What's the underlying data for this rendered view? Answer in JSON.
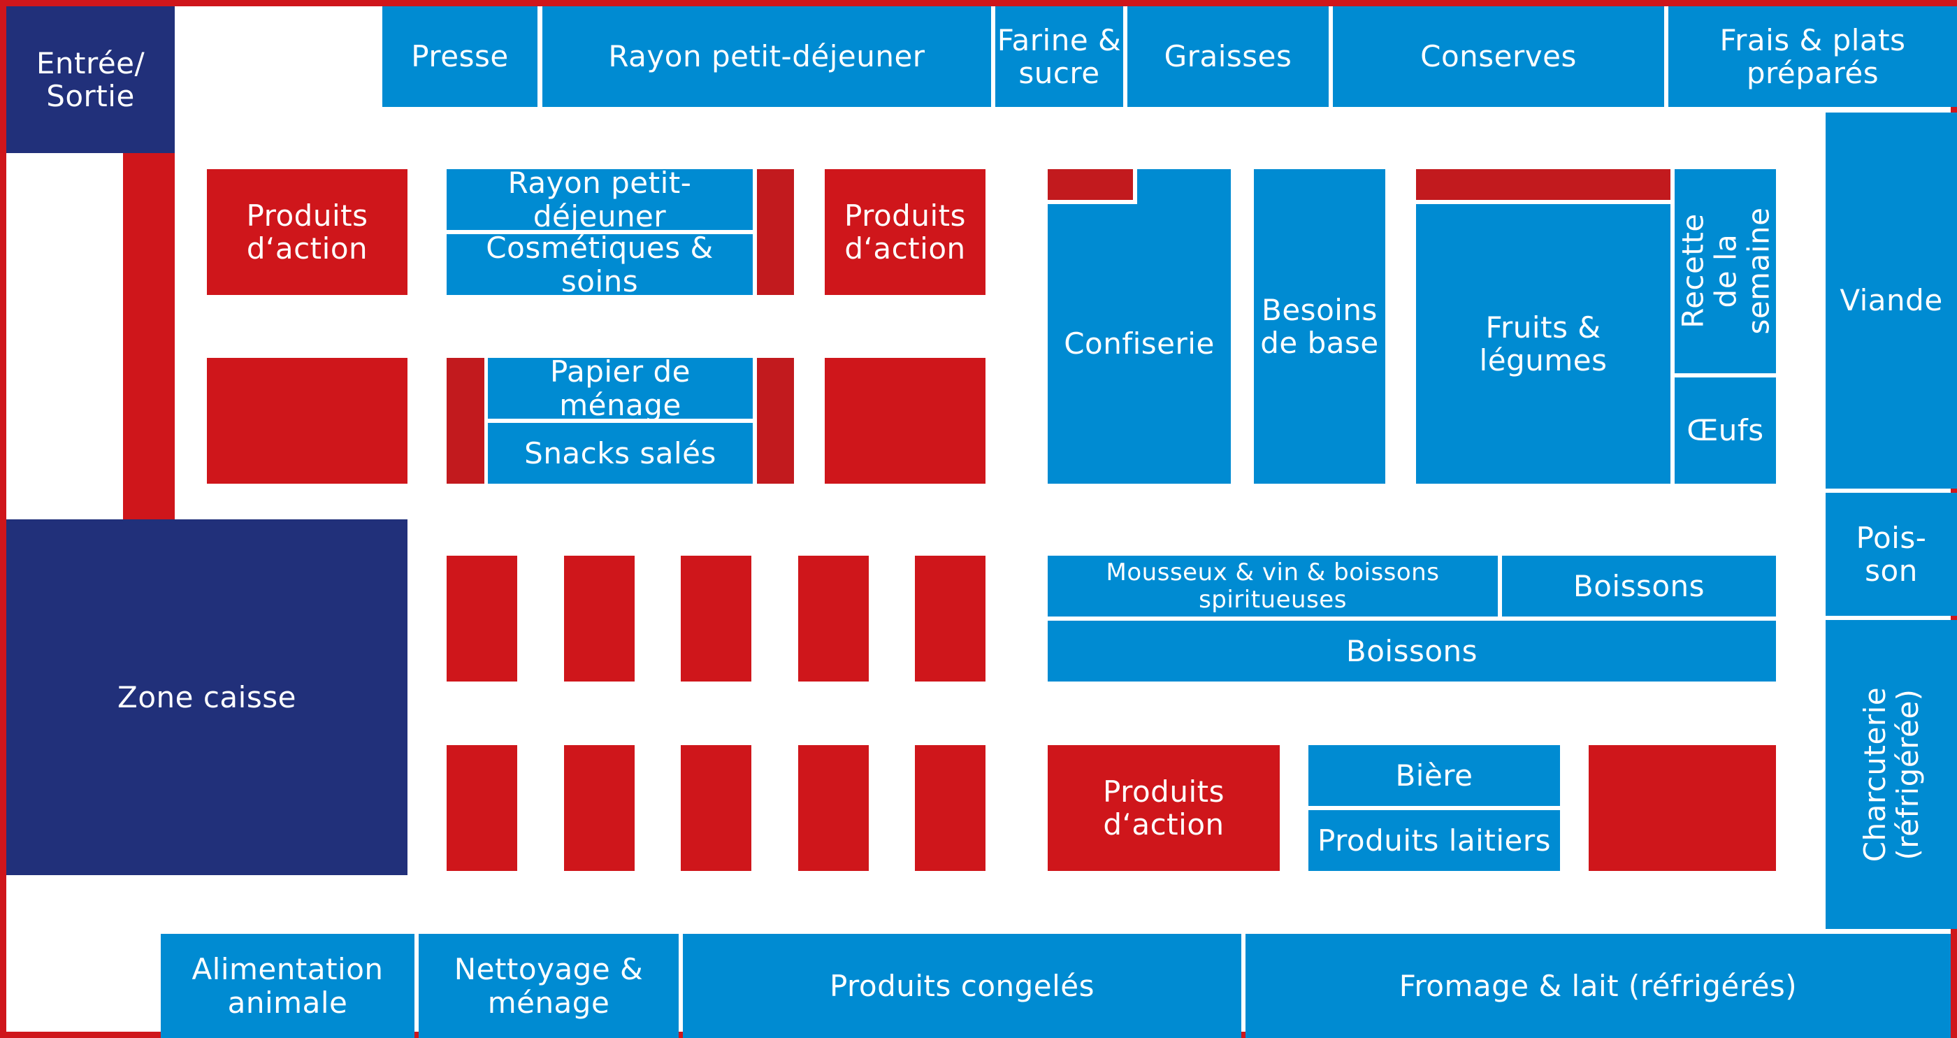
{
  "colors": {
    "department": "#008bd2",
    "action_zone": "#cf161b",
    "entrance_checkout": "#21307a",
    "frame": "#cf161b"
  },
  "labels": {
    "entrance": "Entrée/\nSortie",
    "presse": "Presse",
    "breakfast_top": "Rayon petit-déjeuner",
    "farine": "Farine &\nsucre",
    "graisses": "Graisses",
    "conserves": "Conserves",
    "frais": "Frais & plats\npréparés",
    "action_1": "Produits\nd‘action",
    "breakfast_aisle": "Rayon petit-déjeuner",
    "cosmetiques": "Cosmétiques & soins",
    "action_2": "Produits\nd‘action",
    "papier": "Papier de ménage",
    "snacks": "Snacks salés",
    "confiserie": "Confiserie",
    "besoins": "Besoins\nde base",
    "fruits": "Fruits &\nlégumes",
    "recette": "Recette de la\nsemaine",
    "oeufs": "Œufs",
    "viande": "Viande",
    "poisson": "Pois-\nson",
    "charcuterie": "Charcuterie\n(réfrigérée)",
    "checkout": "Zone caisse",
    "mousseux": "Mousseux & vin & boissons spiritueuses",
    "boissons_small": "Boissons",
    "boissons_wide": "Boissons",
    "action_3": "Produits\nd‘action",
    "biere": "Bière",
    "laitiers": "Produits laitiers",
    "animale": "Alimentation\nanimale",
    "nettoyage": "Nettoyage &\nménage",
    "congeles": "Produits congelés",
    "fromage": "Fromage & lait (réfrigérés)"
  }
}
